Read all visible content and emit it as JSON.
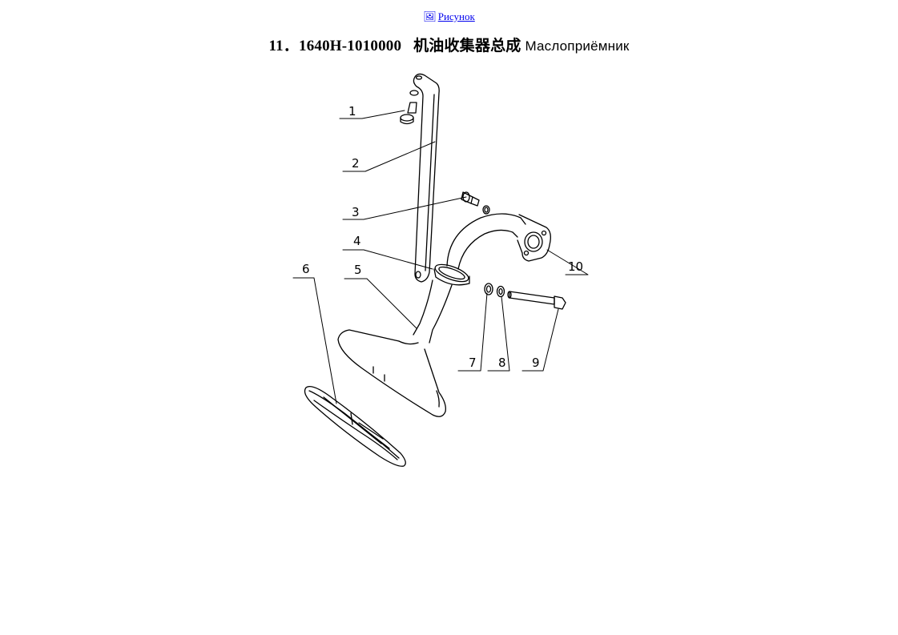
{
  "header": {
    "link_icon": "🖼",
    "link_label": "Рисунок"
  },
  "title": {
    "number": "11．1640H-1010000",
    "cn": "机油收集器总成",
    "ru": "Маслоприёмник"
  },
  "callouts": [
    "1",
    "2",
    "3",
    "4",
    "5",
    "6",
    "7",
    "8",
    "9",
    "10"
  ]
}
